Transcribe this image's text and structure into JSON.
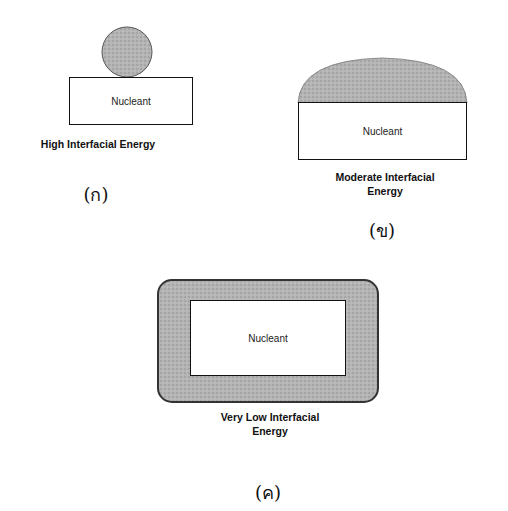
{
  "diagram": {
    "nodes": [
      {
        "text": [
          "Nucleant"
        ]
      },
      {
        "text": [
          "Nucleant"
        ]
      },
      {
        "text": [
          "Nucleant"
        ]
      }
    ],
    "labels": [
      "High Interfacial Energy",
      "(ก)",
      "Moderate Interfacial Energy",
      "(ข)",
      "Very Low Interfacial Energy",
      "(ค)"
    ]
  }
}
